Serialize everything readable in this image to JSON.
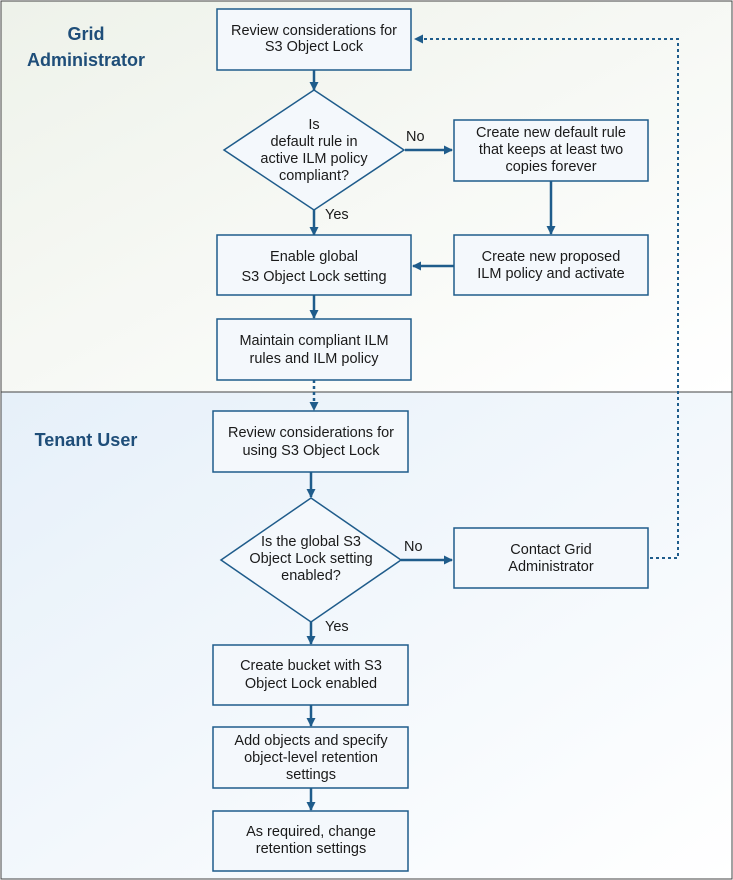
{
  "lanes": {
    "grid_admin": {
      "title_line1": "Grid",
      "title_line2": "Administrator"
    },
    "tenant": {
      "title": "Tenant User"
    }
  },
  "steps": {
    "review_s3": {
      "line1": "Review considerations for",
      "line2": "S3 Object Lock"
    },
    "decision_default": {
      "line1": "Is",
      "line2": "default rule in",
      "line3": "active ILM policy",
      "line4": "compliant?"
    },
    "create_default_rule": {
      "line1": "Create new default rule",
      "line2": "that keeps at least two",
      "line3": "copies forever"
    },
    "enable_global": {
      "line1": "Enable global",
      "line2": "S3 Object Lock setting"
    },
    "create_policy": {
      "line1": "Create new proposed",
      "line2": "ILM policy and activate"
    },
    "maintain": {
      "line1": "Maintain compliant ILM",
      "line2": "rules and ILM policy"
    },
    "review_using": {
      "line1": "Review considerations for",
      "line2": "using S3 Object Lock"
    },
    "decision_global": {
      "line1": "Is the global S3",
      "line2": "Object Lock setting",
      "line3": "enabled?"
    },
    "contact": {
      "line1": "Contact Grid",
      "line2": "Administrator"
    },
    "create_bucket": {
      "line1": "Create bucket with S3",
      "line2": "Object Lock enabled"
    },
    "add_objects": {
      "line1": "Add objects and specify",
      "line2": "object-level retention",
      "line3": "settings"
    },
    "change_retention": {
      "line1": "As required, change",
      "line2": "retention settings"
    }
  },
  "edge_labels": {
    "no_1": "No",
    "yes_1": "Yes",
    "no_2": "No",
    "yes_2": "Yes"
  },
  "colors": {
    "lane_admin": "#f3f6f1",
    "lane_tenant": "#eef5fb",
    "box_fill": "#f4f8fc",
    "box_stroke": "#1f5c8b",
    "arrow": "#1f5c8b",
    "title": "#1f4e79"
  }
}
